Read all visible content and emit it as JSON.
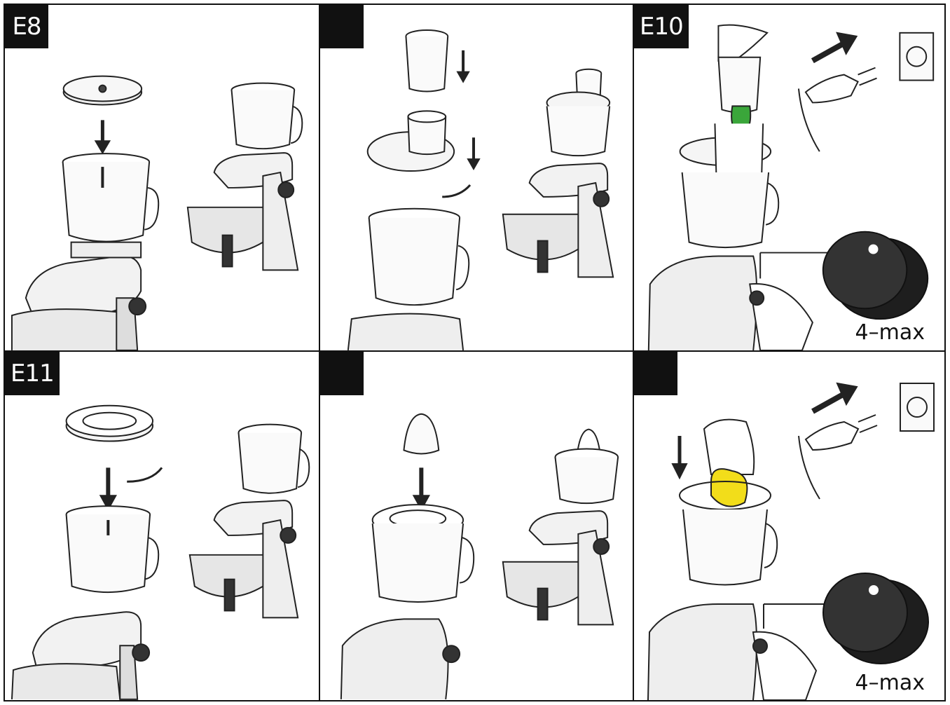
{
  "colors": {
    "outline": "#222222",
    "tag_bg": "#111111",
    "tag_text": "#ffffff",
    "vegetable": "#3aa63a",
    "lemon": "#f2dd1a",
    "dial": "#1e1e1e"
  },
  "panels": [
    {
      "tag": "E8",
      "icons": [
        "grating-disc-icon",
        "down-arrow-icon",
        "food-processor-bowl-icon",
        "stand-mixer-icon"
      ]
    },
    {
      "tag": "",
      "icons": [
        "pusher-icon",
        "lid-icon",
        "down-arrow-icon",
        "rotate-arrow-icon",
        "food-processor-bowl-icon",
        "stand-mixer-icon"
      ]
    },
    {
      "tag": "E10",
      "icons": [
        "hand-icon",
        "cucumber-icon",
        "food-processor-bowl-icon",
        "unplug-arrow-icon",
        "plug-icon",
        "wall-socket-icon",
        "speed-dial-icon"
      ],
      "speed_label": "4–max"
    },
    {
      "tag": "E11",
      "icons": [
        "juicer-sieve-icon",
        "down-arrow-icon",
        "rotate-arrow-icon",
        "food-processor-bowl-icon",
        "stand-mixer-icon"
      ]
    },
    {
      "tag": "",
      "icons": [
        "juicer-cone-icon",
        "down-arrow-icon",
        "food-processor-bowl-icon",
        "stand-mixer-icon"
      ]
    },
    {
      "tag": "",
      "icons": [
        "lemon-icon",
        "hand-icon",
        "down-arrow-icon",
        "unplug-arrow-icon",
        "plug-icon",
        "wall-socket-icon",
        "speed-dial-icon"
      ],
      "speed_label": "4–max"
    }
  ]
}
